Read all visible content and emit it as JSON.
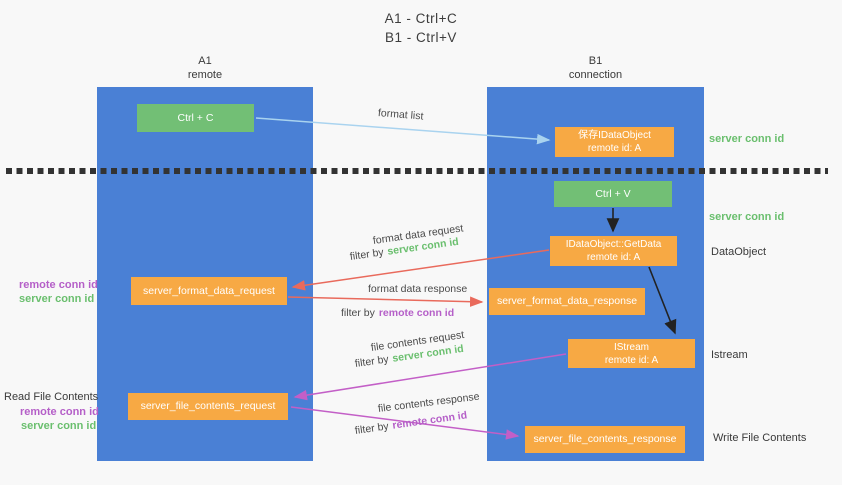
{
  "title": {
    "line1": "A1 - Ctrl+C",
    "line2": "B1 - Ctrl+V"
  },
  "lanes": {
    "left": {
      "id": "A1",
      "label": "remote"
    },
    "right": {
      "id": "B1",
      "label": "connection"
    }
  },
  "nodes": {
    "ctrl_c": {
      "label": "Ctrl + C"
    },
    "ctrl_v": {
      "label": "Ctrl + V"
    },
    "save_idataobject": {
      "line1": "保存IDataObject",
      "line2": "remote id: A"
    },
    "getdata": {
      "line1": "IDataObject::GetData",
      "line2": "remote id: A"
    },
    "istream": {
      "line1": "IStream",
      "line2": "remote id: A"
    },
    "format_request": {
      "label": "server_format_data_request"
    },
    "format_response": {
      "label": "server_format_data_response"
    },
    "file_request": {
      "label": "server_file_contents_request"
    },
    "file_response": {
      "label": "server_file_contents_response"
    }
  },
  "side_labels": {
    "right_top_server_conn": "server conn id",
    "right_mid_server_conn": "server conn id",
    "dataobject": "DataObject",
    "istream": "Istream",
    "write_file_contents": "Write File Contents",
    "read_file_contents": "Read File Contents",
    "format_remote_conn": "remote conn id",
    "format_server_conn": "server conn id",
    "file_remote_conn": "remote conn id",
    "file_server_conn": "server conn id"
  },
  "arrows": {
    "format_list": {
      "label": "format list"
    },
    "format_data_request": {
      "label": "format data request",
      "filter_prefix": "filter by",
      "filter_value": "server conn id"
    },
    "format_data_response": {
      "label": "format data response",
      "filter_prefix": "filter by",
      "filter_value": "remote conn id"
    },
    "file_contents_request": {
      "label": "file contents request",
      "filter_prefix": "filter by",
      "filter_value": "server conn id"
    },
    "file_contents_response": {
      "label": "file contents response",
      "filter_prefix": "filter by",
      "filter_value": "remote conn id"
    }
  },
  "colors": {
    "lane_blue": "#4a80d5",
    "node_green": "#72bf75",
    "node_orange": "#f7a944",
    "conn_id_green": "#6abf6e",
    "conn_id_purple": "#b55fc8",
    "arrow_light_blue": "#a9d3ef",
    "arrow_red": "#e96a5c",
    "arrow_magenta": "#c35fc7",
    "arrow_black": "#222222"
  }
}
